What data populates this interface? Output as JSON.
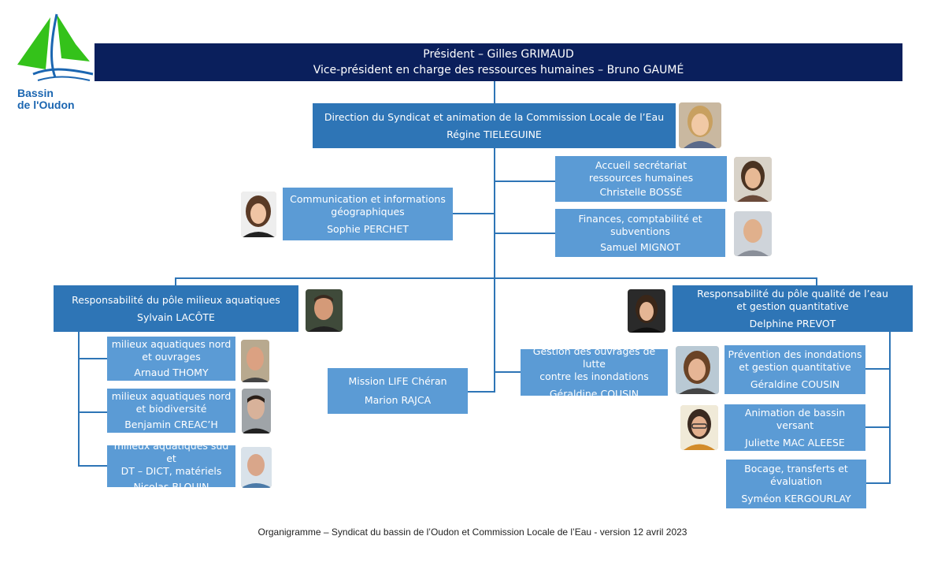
{
  "logo": {
    "line1": "Bassin",
    "line2": "de l'Oudon",
    "green": "#34c21a",
    "blue": "#1b66b1"
  },
  "colors": {
    "dark": "#0a1f5c",
    "mid": "#2e75b6",
    "light": "#5b9bd5",
    "connector": "#2e75b6"
  },
  "header": {
    "president": "Président – Gilles GRIMAUD",
    "vice_president": "Vice-président en charge des ressources humaines – Bruno GAUMÉ"
  },
  "direction": {
    "title": "Direction du Syndicat et animation de la Commission Locale de l’Eau",
    "name": "Régine TIELEGUINE"
  },
  "accueil": {
    "title_1": "Accueil secrétariat",
    "title_2": "ressources humaines",
    "name": "Christelle BOSSÉ"
  },
  "finances": {
    "title_1": "Finances, comptabilité et",
    "title_2": "subventions",
    "name": "Samuel MIGNOT"
  },
  "communication": {
    "title_1": "Communication et informations",
    "title_2": "géographiques",
    "name": "Sophie PERCHET"
  },
  "pole_milieux": {
    "title": "Responsabilité du pôle milieux aquatiques",
    "name": "Sylvain LACÔTE"
  },
  "pole_qualite": {
    "title_1": "Responsabilité du pôle  qualité de l’eau",
    "title_2": "et gestion quantitative",
    "name": "Delphine PREVOT"
  },
  "milieux_ouvrages": {
    "title_1": "milieux aquatiques nord",
    "title_2": "et ouvrages",
    "name": "Arnaud THOMY"
  },
  "milieux_biodiversite": {
    "title_1": "milieux aquatiques nord",
    "title_2": "et biodiversité",
    "name": "Benjamin CREAC’H"
  },
  "milieux_sud": {
    "title_1": "milieux aquatiques sud et",
    "title_2": "DT – DICT, matériels",
    "name": "Nicolas BLOUIN"
  },
  "mission_life": {
    "title": "Mission LIFE Chéran",
    "name": "Marion RAJCA"
  },
  "gestion_ouvrages": {
    "title_1": "Gestion des ouvrages de lutte",
    "title_2": "contre les inondations",
    "name": "Géraldine COUSIN"
  },
  "prevention": {
    "title_1": "Prévention des inondations",
    "title_2": "et gestion quantitative",
    "name": "Géraldine COUSIN"
  },
  "animation": {
    "title": "Animation  de bassin versant",
    "name": "Juliette MAC ALEESE"
  },
  "bocage": {
    "title_1": "Bocage, transferts et",
    "title_2": "évaluation",
    "name": "Syméon KERGOURLAY"
  },
  "footer": "Organigramme – Syndicat du bassin de l’Oudon et Commission Locale de l’Eau - version 12 avril 2023"
}
